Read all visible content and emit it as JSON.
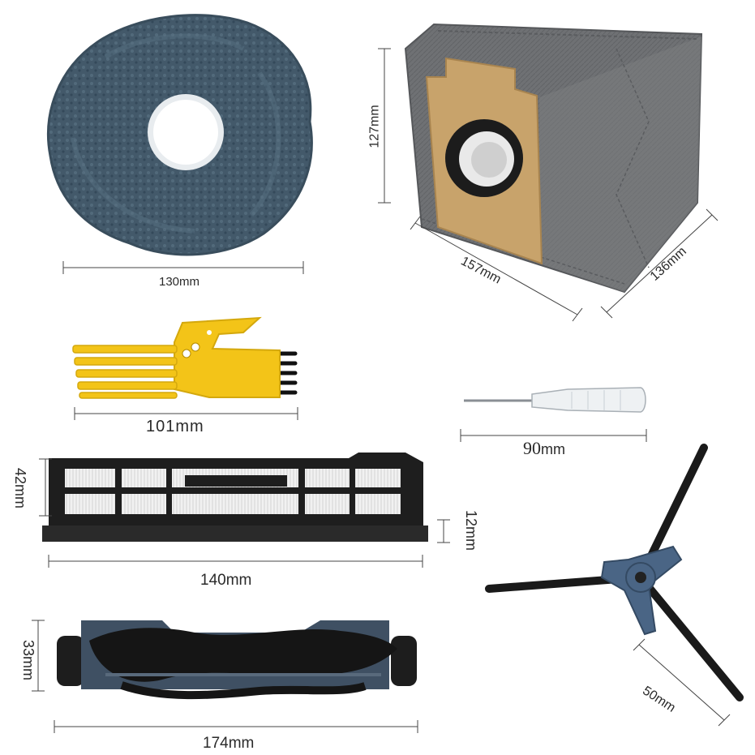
{
  "dimensions": {
    "mop_pad_width": "130mm",
    "dust_bag_height": "127mm",
    "dust_bag_length": "157mm",
    "dust_bag_depth": "136mm",
    "cleaning_brush_length": "101mm",
    "screwdriver_value": "90",
    "screwdriver_unit": "mm",
    "filter_height": "42mm",
    "filter_thickness": "12mm",
    "filter_width": "140mm",
    "main_brush_height": "33mm",
    "main_brush_length": "174mm",
    "side_brush_arm": "50mm"
  },
  "colors": {
    "mop": "#3f5563",
    "bag": "#6e7073",
    "cardboard": "#c8a36b",
    "brush_tool": "#f3c418",
    "filter_frame": "#1e1e1e",
    "side_brush_hub": "#4a6585"
  }
}
